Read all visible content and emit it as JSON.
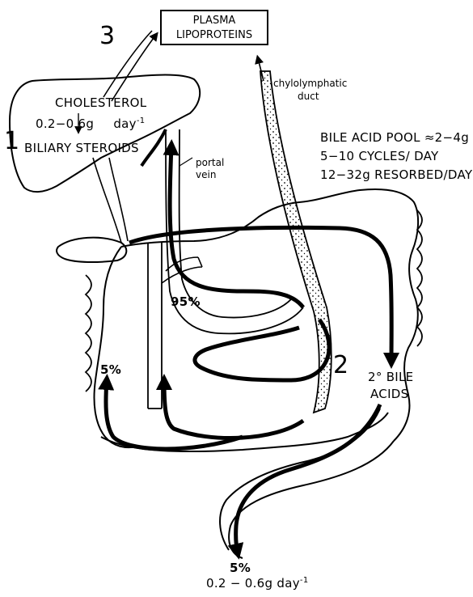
{
  "title": "",
  "box": {
    "line1": "PLASMA",
    "line2": "LIPOPROTEINS"
  },
  "numbers": {
    "n1": "1",
    "n2": "2",
    "n3": "3"
  },
  "liver": {
    "cholesterol": "CHOLESTEROL",
    "rate": "0.2−0.6g",
    "rate_unit": "day",
    "rate_exp": "-1",
    "biliary": "BILIARY  STEROIDS"
  },
  "vessels": {
    "portal_line1": "portal",
    "portal_line2": "vein",
    "chylo_line1": "chylolymphatic",
    "chylo_line2": "duct"
  },
  "pool": {
    "line1": "BILE ACID POOL ≈2−4g",
    "line2": "5−10 CYCLES/ DAY",
    "line3": "12−32g RESORBED/DAY"
  },
  "percent": {
    "p95": "95%",
    "p5": "5%",
    "excreted": "5%"
  },
  "secondary": {
    "line1": "2° BILE",
    "line2": "ACIDS"
  },
  "excretion": {
    "rate": "0.2 − 0.6g",
    "unit": "day",
    "exp": "-1"
  },
  "colors": {
    "ink": "#000000",
    "paper": "#ffffff"
  }
}
